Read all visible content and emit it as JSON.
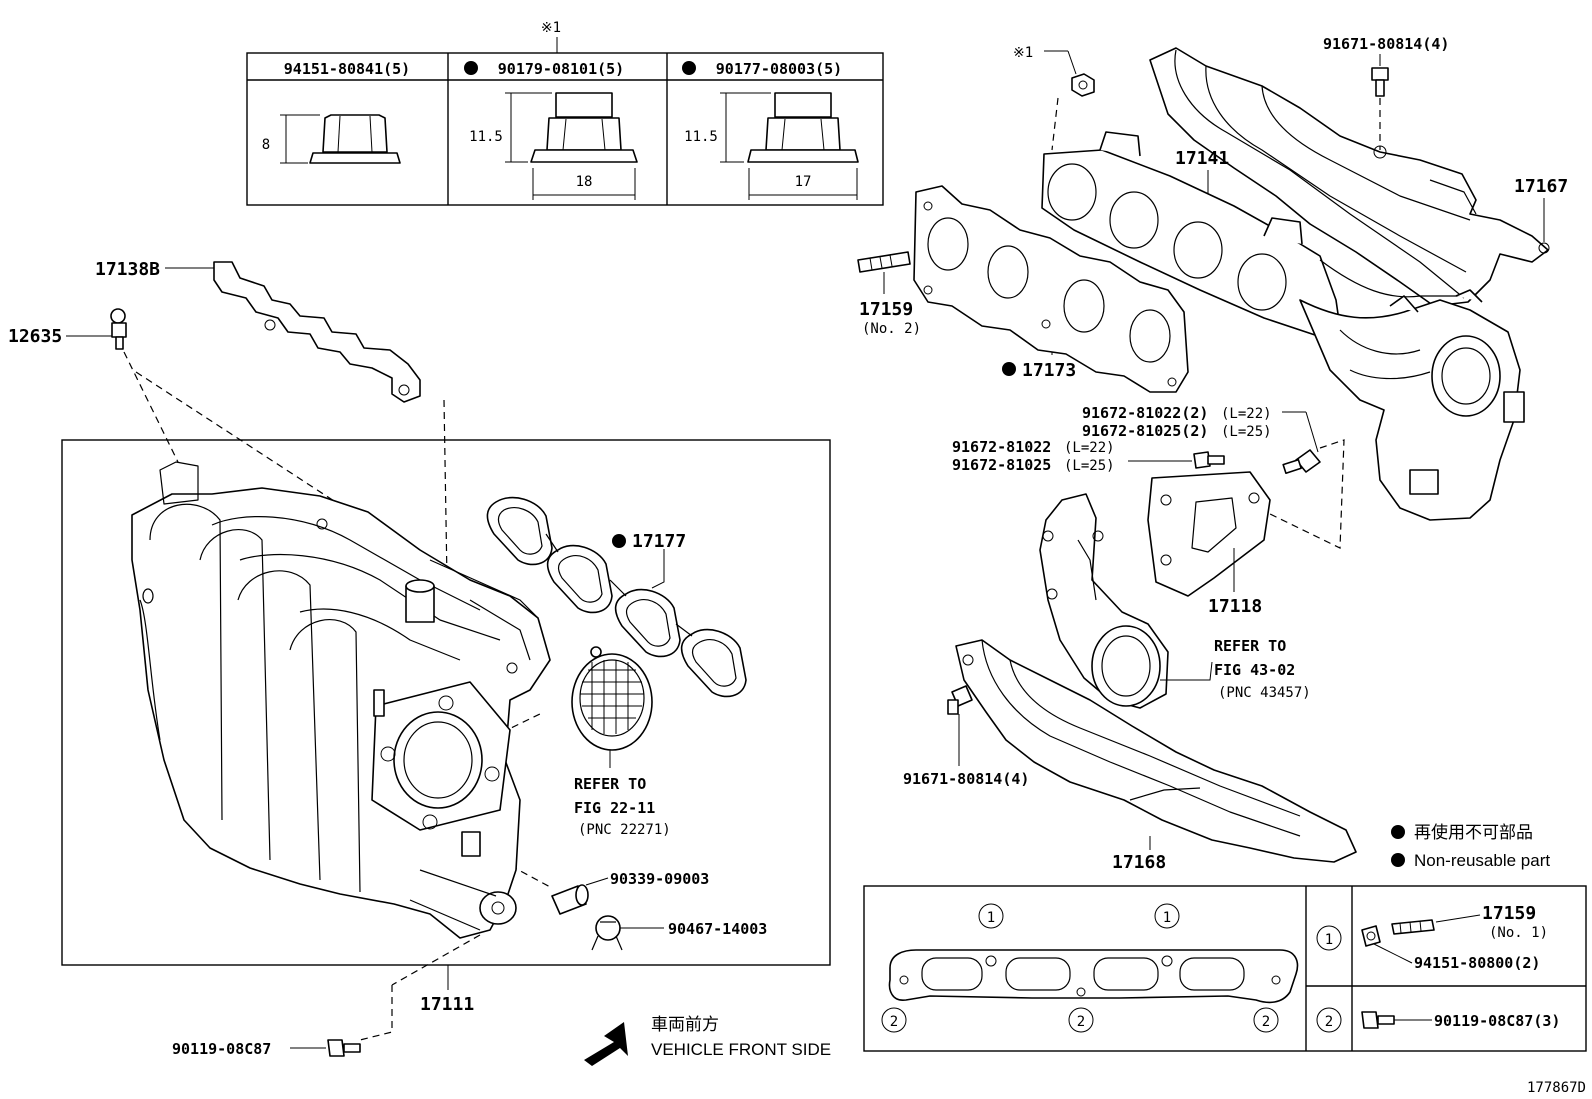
{
  "nut_table": {
    "ref_mark": "※1",
    "columns": [
      {
        "part": "94151-80841(5)",
        "non_reusable": false,
        "height": "8",
        "width": ""
      },
      {
        "part": "90179-08101(5)",
        "non_reusable": true,
        "height": "11.5",
        "width": "18"
      },
      {
        "part": "90177-08003(5)",
        "non_reusable": true,
        "height": "11.5",
        "width": "17"
      }
    ]
  },
  "labels": {
    "p17138b": "17138B",
    "p12635": "12635",
    "p17177": "17177",
    "p17111": "17111",
    "p90119_08c87": "90119-08C87",
    "p90339": "90339-09003",
    "p90467": "90467-14003",
    "refer_22_11_a": "REFER TO",
    "refer_22_11_b": "FIG 22-11",
    "refer_22_11_c": "(PNC 22271)",
    "ref1_mark": "※1",
    "p91671_top": "91671-80814(4)",
    "p17141": "17141",
    "p17167": "17167",
    "p17159": "17159",
    "p17159_no2": "(No. 2)",
    "p17173": "17173",
    "p91672_a1": "91672-81022(2)",
    "p91672_a1_len": "(L=22)",
    "p91672_a2": "91672-81025(2)",
    "p91672_a2_len": "(L=25)",
    "p91672_b1": "91672-81022",
    "p91672_b1_len": "(L=22)",
    "p91672_b2": "91672-81025",
    "p91672_b2_len": "(L=25)",
    "p17118": "17118",
    "refer_43_02_a": "REFER TO",
    "refer_43_02_b": "FIG 43-02",
    "refer_43_02_c": "(PNC 43457)",
    "p91671_bot": "91671-80814(4)",
    "p17168": "17168",
    "legend_jp": "再使用不可部品",
    "legend_en": "Non-reusable part",
    "front_jp": "車両前方",
    "front_en": "VEHICLE FRONT SIDE",
    "fig_no": "177867D"
  },
  "gasket_box": {
    "circle_1": "1",
    "circle_2": "2",
    "row1_part": "17159",
    "row1_sub": "(No. 1)",
    "row1_part2": "94151-80800(2)",
    "row2_part": "90119-08C87(3)"
  }
}
